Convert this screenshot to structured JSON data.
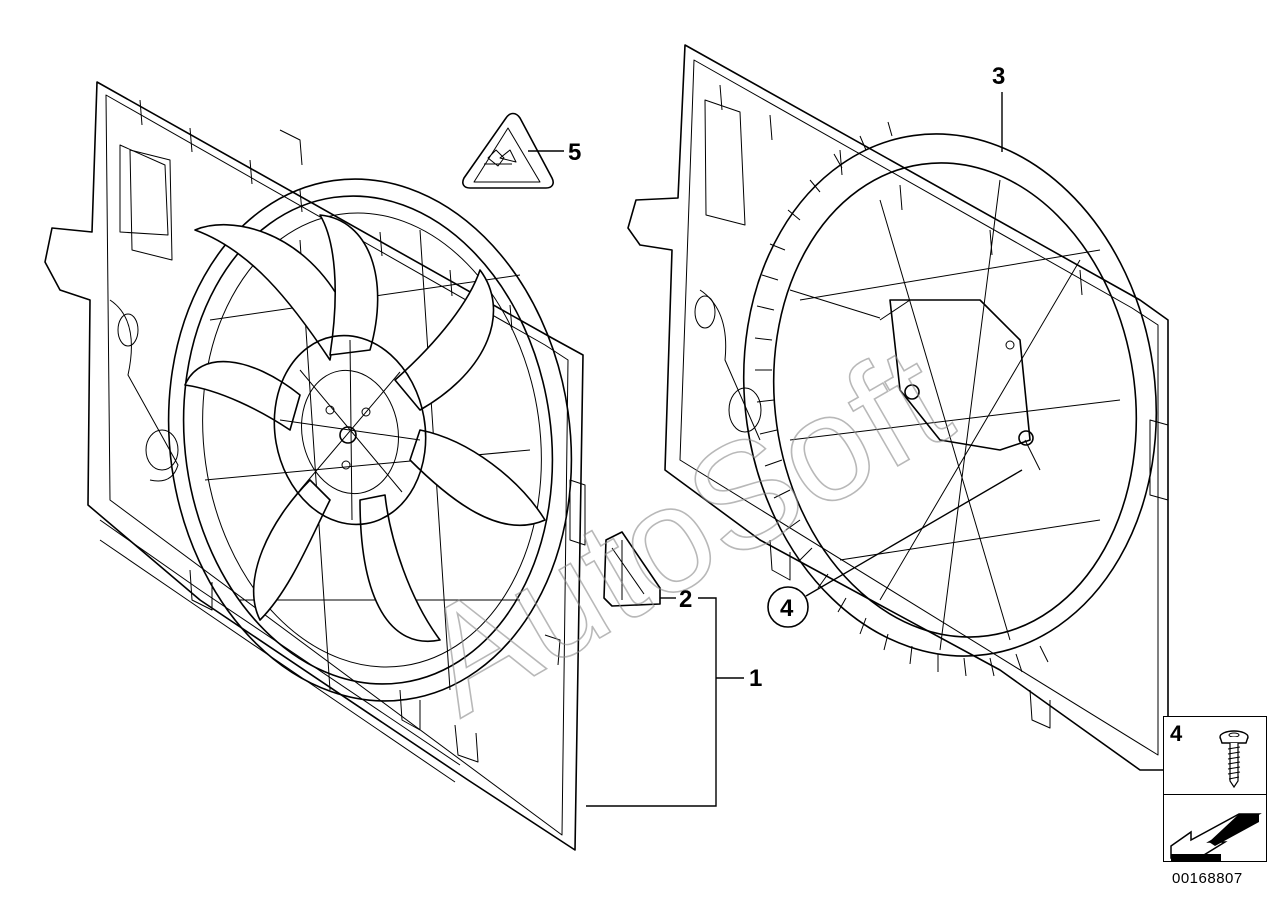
{
  "callouts": {
    "c1": "1",
    "c2": "2",
    "c3": "3",
    "c4": "4",
    "c5": "5"
  },
  "legend": {
    "number": "4",
    "icon": "screw-icon",
    "arrow_icon": "navigation-arrow-icon"
  },
  "watermark": "AutoSoft",
  "part_number": "00168807",
  "warning_icon": "hot-surface-warning-icon"
}
